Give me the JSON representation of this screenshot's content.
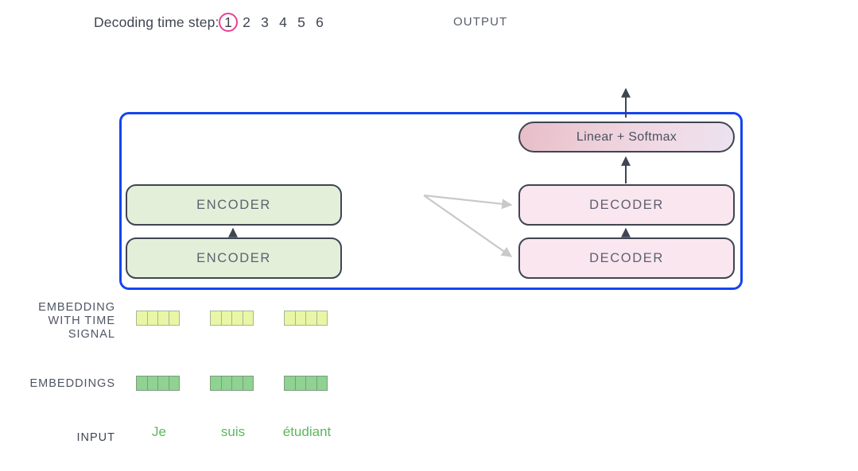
{
  "header": {
    "decoding_caption": "Decoding time step:",
    "steps": [
      "1",
      "2",
      "3",
      "4",
      "5",
      "6"
    ],
    "active_step_index": 0,
    "active_step_ring_color": "#ea3f96",
    "output_label": "OUTPUT"
  },
  "model": {
    "container_border_color": "#1445f0",
    "encoder_fill": "#e3efd9",
    "decoder_fill": "#fae6ef",
    "box_border_color": "#3f4551",
    "encoders": [
      {
        "label": "ENCODER"
      },
      {
        "label": "ENCODER"
      }
    ],
    "decoders": [
      {
        "label": "DECODER"
      },
      {
        "label": "DECODER"
      }
    ],
    "linear_softmax": {
      "label": "Linear + Softmax",
      "gradient_from": "#e7bdc8",
      "gradient_to": "#ece2f0"
    }
  },
  "rows": {
    "embedding_with_time_signal": {
      "label_lines": [
        "EMBEDDING",
        "WITH TIME",
        "SIGNAL"
      ],
      "cell_color": "#e9f6a5",
      "cells_per_group": 4,
      "groups": 3
    },
    "embeddings": {
      "label": "EMBEDDINGS",
      "cell_color": "#8fd292",
      "cells_per_group": 4,
      "groups": 3
    },
    "input": {
      "label": "INPUT",
      "word_color": "#5cb75c",
      "tokens": [
        "Je",
        "suis",
        "étudiant"
      ]
    }
  },
  "arrows": {
    "cross_attention_color": "#c9c9c9",
    "flow_color": "#3f4551"
  }
}
